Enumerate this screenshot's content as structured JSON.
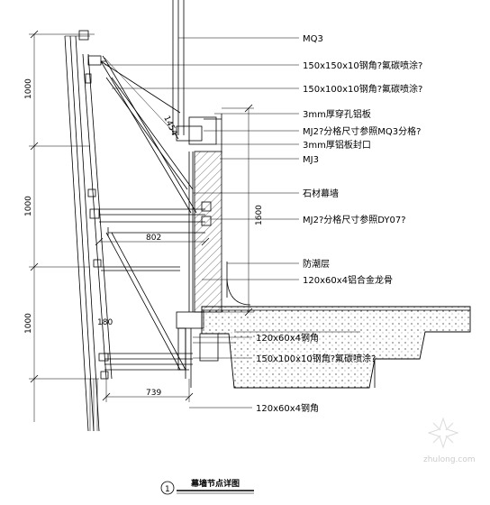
{
  "title": "幕墙节点详图",
  "detail_number": "1",
  "labels": [
    "MQ3",
    "150x150x10钢角?氟碳喷涂?",
    "150x100x10钢角?氟碳喷涂?",
    "3mm厚穿孔铝板",
    "MJ2?分格尺寸参照MQ3分格?",
    "3mm厚铝板封口",
    "MJ3",
    "石材幕墙",
    "MJ2?分格尺寸参照DY07?",
    "防潮层",
    "120x60x4铝合金龙骨",
    "120x60x4钢角",
    "150x100x10钢角?氟碳喷涂?",
    "120x60x4钢角"
  ],
  "dims": {
    "left_1": "1000",
    "left_2": "1000",
    "left_3": "1000",
    "diag": "1454",
    "vert": "1600",
    "h_802": "802",
    "h_180": "180",
    "h_739": "739"
  },
  "watermark": "zhulong.com"
}
